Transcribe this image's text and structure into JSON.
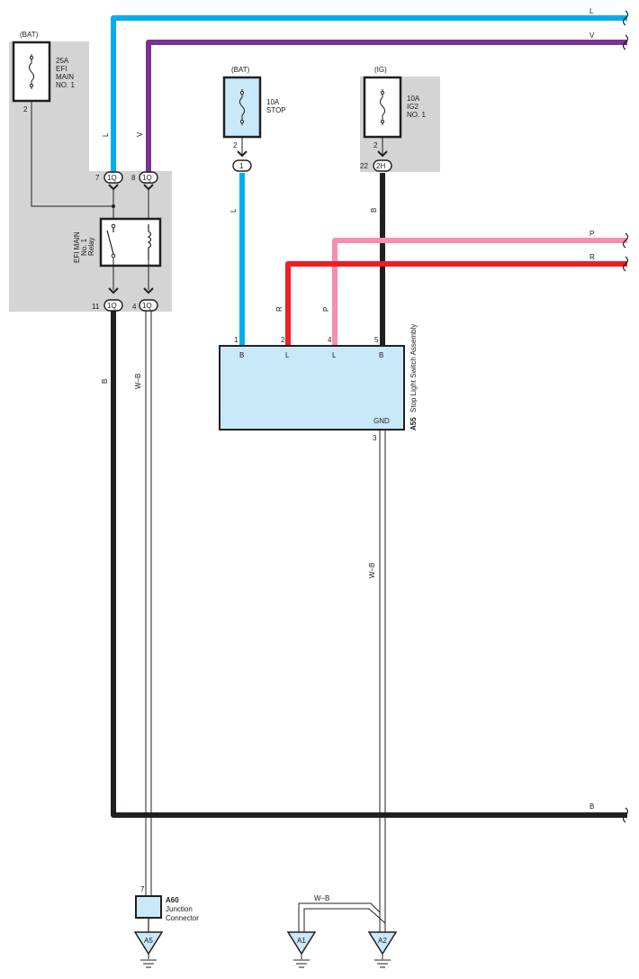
{
  "colors": {
    "blue": "#00aeef",
    "violet": "#7b3294",
    "pink": "#f48fb1",
    "red": "#ee1c25",
    "black": "#231f20",
    "shade": "#d4d4d4",
    "component_fill": "#c9e8fa"
  },
  "wires": {
    "top_L": "L",
    "top_V": "V",
    "left_L": "L",
    "left_V": "V",
    "stop_L": "L",
    "ig2_B": "B",
    "right_P": "P",
    "right_R": "R",
    "switch_R": "R",
    "switch_P": "P",
    "relay_B": "B",
    "relay_WB": "W–B",
    "ground_WB": "W–B",
    "bottom_B": "B",
    "ground_bridge_WB": "W–B"
  },
  "fuses": {
    "efi_main": {
      "source": "(BAT)",
      "lines": [
        "25A",
        "EFI",
        "MAIN",
        "NO. 1"
      ],
      "pin": "2"
    },
    "stop": {
      "source": "(BAT)",
      "lines": [
        "10A",
        "STOP"
      ],
      "pin": "2"
    },
    "ig2": {
      "source": "(IG)",
      "lines": [
        "10A",
        "IG2",
        "NO. 1"
      ],
      "pin": "2"
    }
  },
  "relay": {
    "lines": [
      "EFI MAIN",
      "No. 1",
      "Relay"
    ],
    "connectors": [
      {
        "pin": "7",
        "code": "1Q"
      },
      {
        "pin": "8",
        "code": "1Q"
      },
      {
        "pin": "11",
        "code": "1Q"
      },
      {
        "pin": "4",
        "code": "1Q"
      }
    ]
  },
  "junction_connectors": {
    "stop": {
      "code": "1"
    },
    "ig2": {
      "pin": "22",
      "code": "2H"
    }
  },
  "switch": {
    "code": "A55",
    "name": "Stop Light Switch Assembly",
    "pins": [
      {
        "num": "1",
        "label": "B"
      },
      {
        "num": "2",
        "label": "L"
      },
      {
        "num": "4",
        "label": "L"
      },
      {
        "num": "5",
        "label": "B"
      }
    ],
    "gnd_label": "GND",
    "gnd_pin": "3"
  },
  "junction": {
    "code": "A60",
    "lines": [
      "Junction",
      "Connector"
    ],
    "pin": "7"
  },
  "grounds": [
    "A5",
    "A1",
    "A2"
  ]
}
